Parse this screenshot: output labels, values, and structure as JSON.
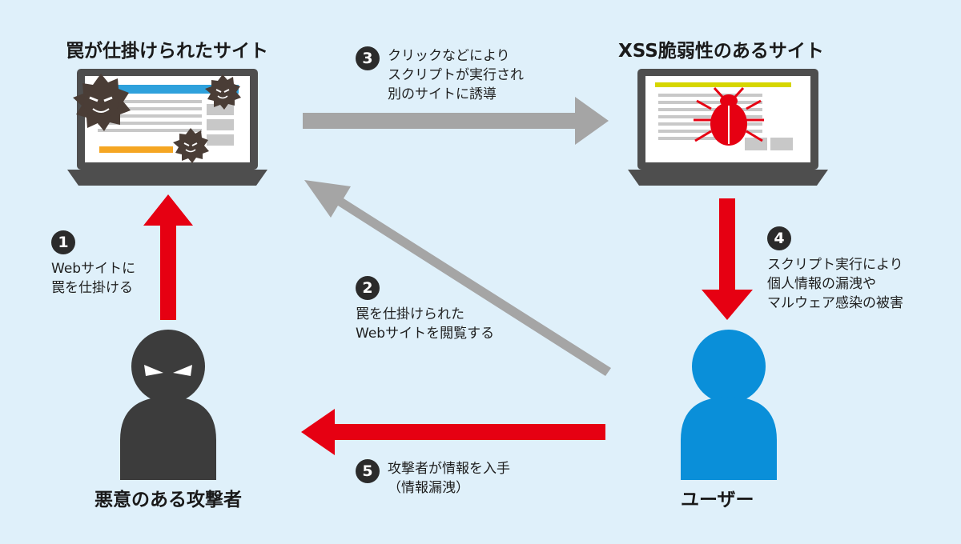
{
  "titles": {
    "trap_site": "罠が仕掛けられたサイト",
    "xss_site": "XSS脆弱性のあるサイト",
    "attacker": "悪意のある攻撃者",
    "user": "ユーザー"
  },
  "steps": [
    {
      "number": "1",
      "lines": [
        "Webサイトに",
        "罠を仕掛ける"
      ]
    },
    {
      "number": "2",
      "lines": [
        "罠を仕掛けられた",
        "Webサイトを閲覧する"
      ]
    },
    {
      "number": "3",
      "lines": [
        "クリックなどにより",
        "スクリプトが実行され",
        "別のサイトに誘導"
      ]
    },
    {
      "number": "4",
      "lines": [
        "スクリプト実行により",
        "個人情報の漏洩や",
        "マルウェア感染の被害"
      ]
    },
    {
      "number": "5",
      "lines": [
        "攻撃者が情報を入手",
        "（情報漏洩）"
      ]
    }
  ],
  "colors": {
    "background": "#dff0fa",
    "red_arrow": "#e60012",
    "gray_arrow": "#a5a5a5",
    "attacker": "#3c3c3c",
    "user": "#0a8fd9",
    "bug": "#e60012",
    "malware": "#4a3d36"
  },
  "icons": [
    "laptop-icon",
    "malware-icon",
    "bug-icon",
    "attacker-icon",
    "user-icon"
  ]
}
